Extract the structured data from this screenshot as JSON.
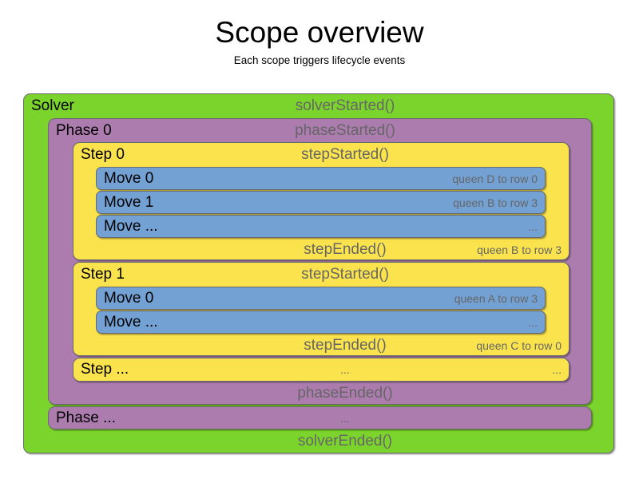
{
  "header": {
    "title": "Scope overview",
    "subtitle": "Each scope triggers lifecycle events"
  },
  "colors": {
    "solver": "#7BD42C",
    "phase": "#AC7CAF",
    "step": "#FBE34D",
    "move": "#73A1D3",
    "border": "#6B6B6B",
    "event_text": "#666666",
    "label_text": "#000000",
    "background": "#FFFFFF"
  },
  "diagram": {
    "solver": {
      "label": "Solver",
      "started_event": "solverStarted()",
      "ended_event": "solverEnded()",
      "started_value": "",
      "ended_value": ""
    },
    "phases": [
      {
        "label": "Phase 0",
        "started_event": "phaseStarted()",
        "ended_event": "phaseEnded()",
        "started_value": "",
        "ended_value": "",
        "steps": [
          {
            "label": "Step 0",
            "started_event": "stepStarted()",
            "ended_event": "stepEnded()",
            "started_value": "",
            "ended_value": "queen B to row 3",
            "moves": [
              {
                "label": "Move 0",
                "value": "queen D to row 0"
              },
              {
                "label": "Move 1",
                "value": "queen B to row 3"
              },
              {
                "label": "Move ...",
                "value": "..."
              }
            ]
          },
          {
            "label": "Step 1",
            "started_event": "stepStarted()",
            "ended_event": "stepEnded()",
            "started_value": "",
            "ended_value": "queen C to row 0",
            "moves": [
              {
                "label": "Move 0",
                "value": "queen A to row 3"
              },
              {
                "label": "Move ...",
                "value": "..."
              }
            ]
          },
          {
            "label": "Step ...",
            "started_event": "...",
            "ended_event": "",
            "started_value": "...",
            "ended_value": "",
            "moves": []
          }
        ]
      },
      {
        "label": "Phase ...",
        "started_event": "...",
        "ended_event": "",
        "started_value": "",
        "ended_value": "",
        "steps": []
      }
    ]
  }
}
